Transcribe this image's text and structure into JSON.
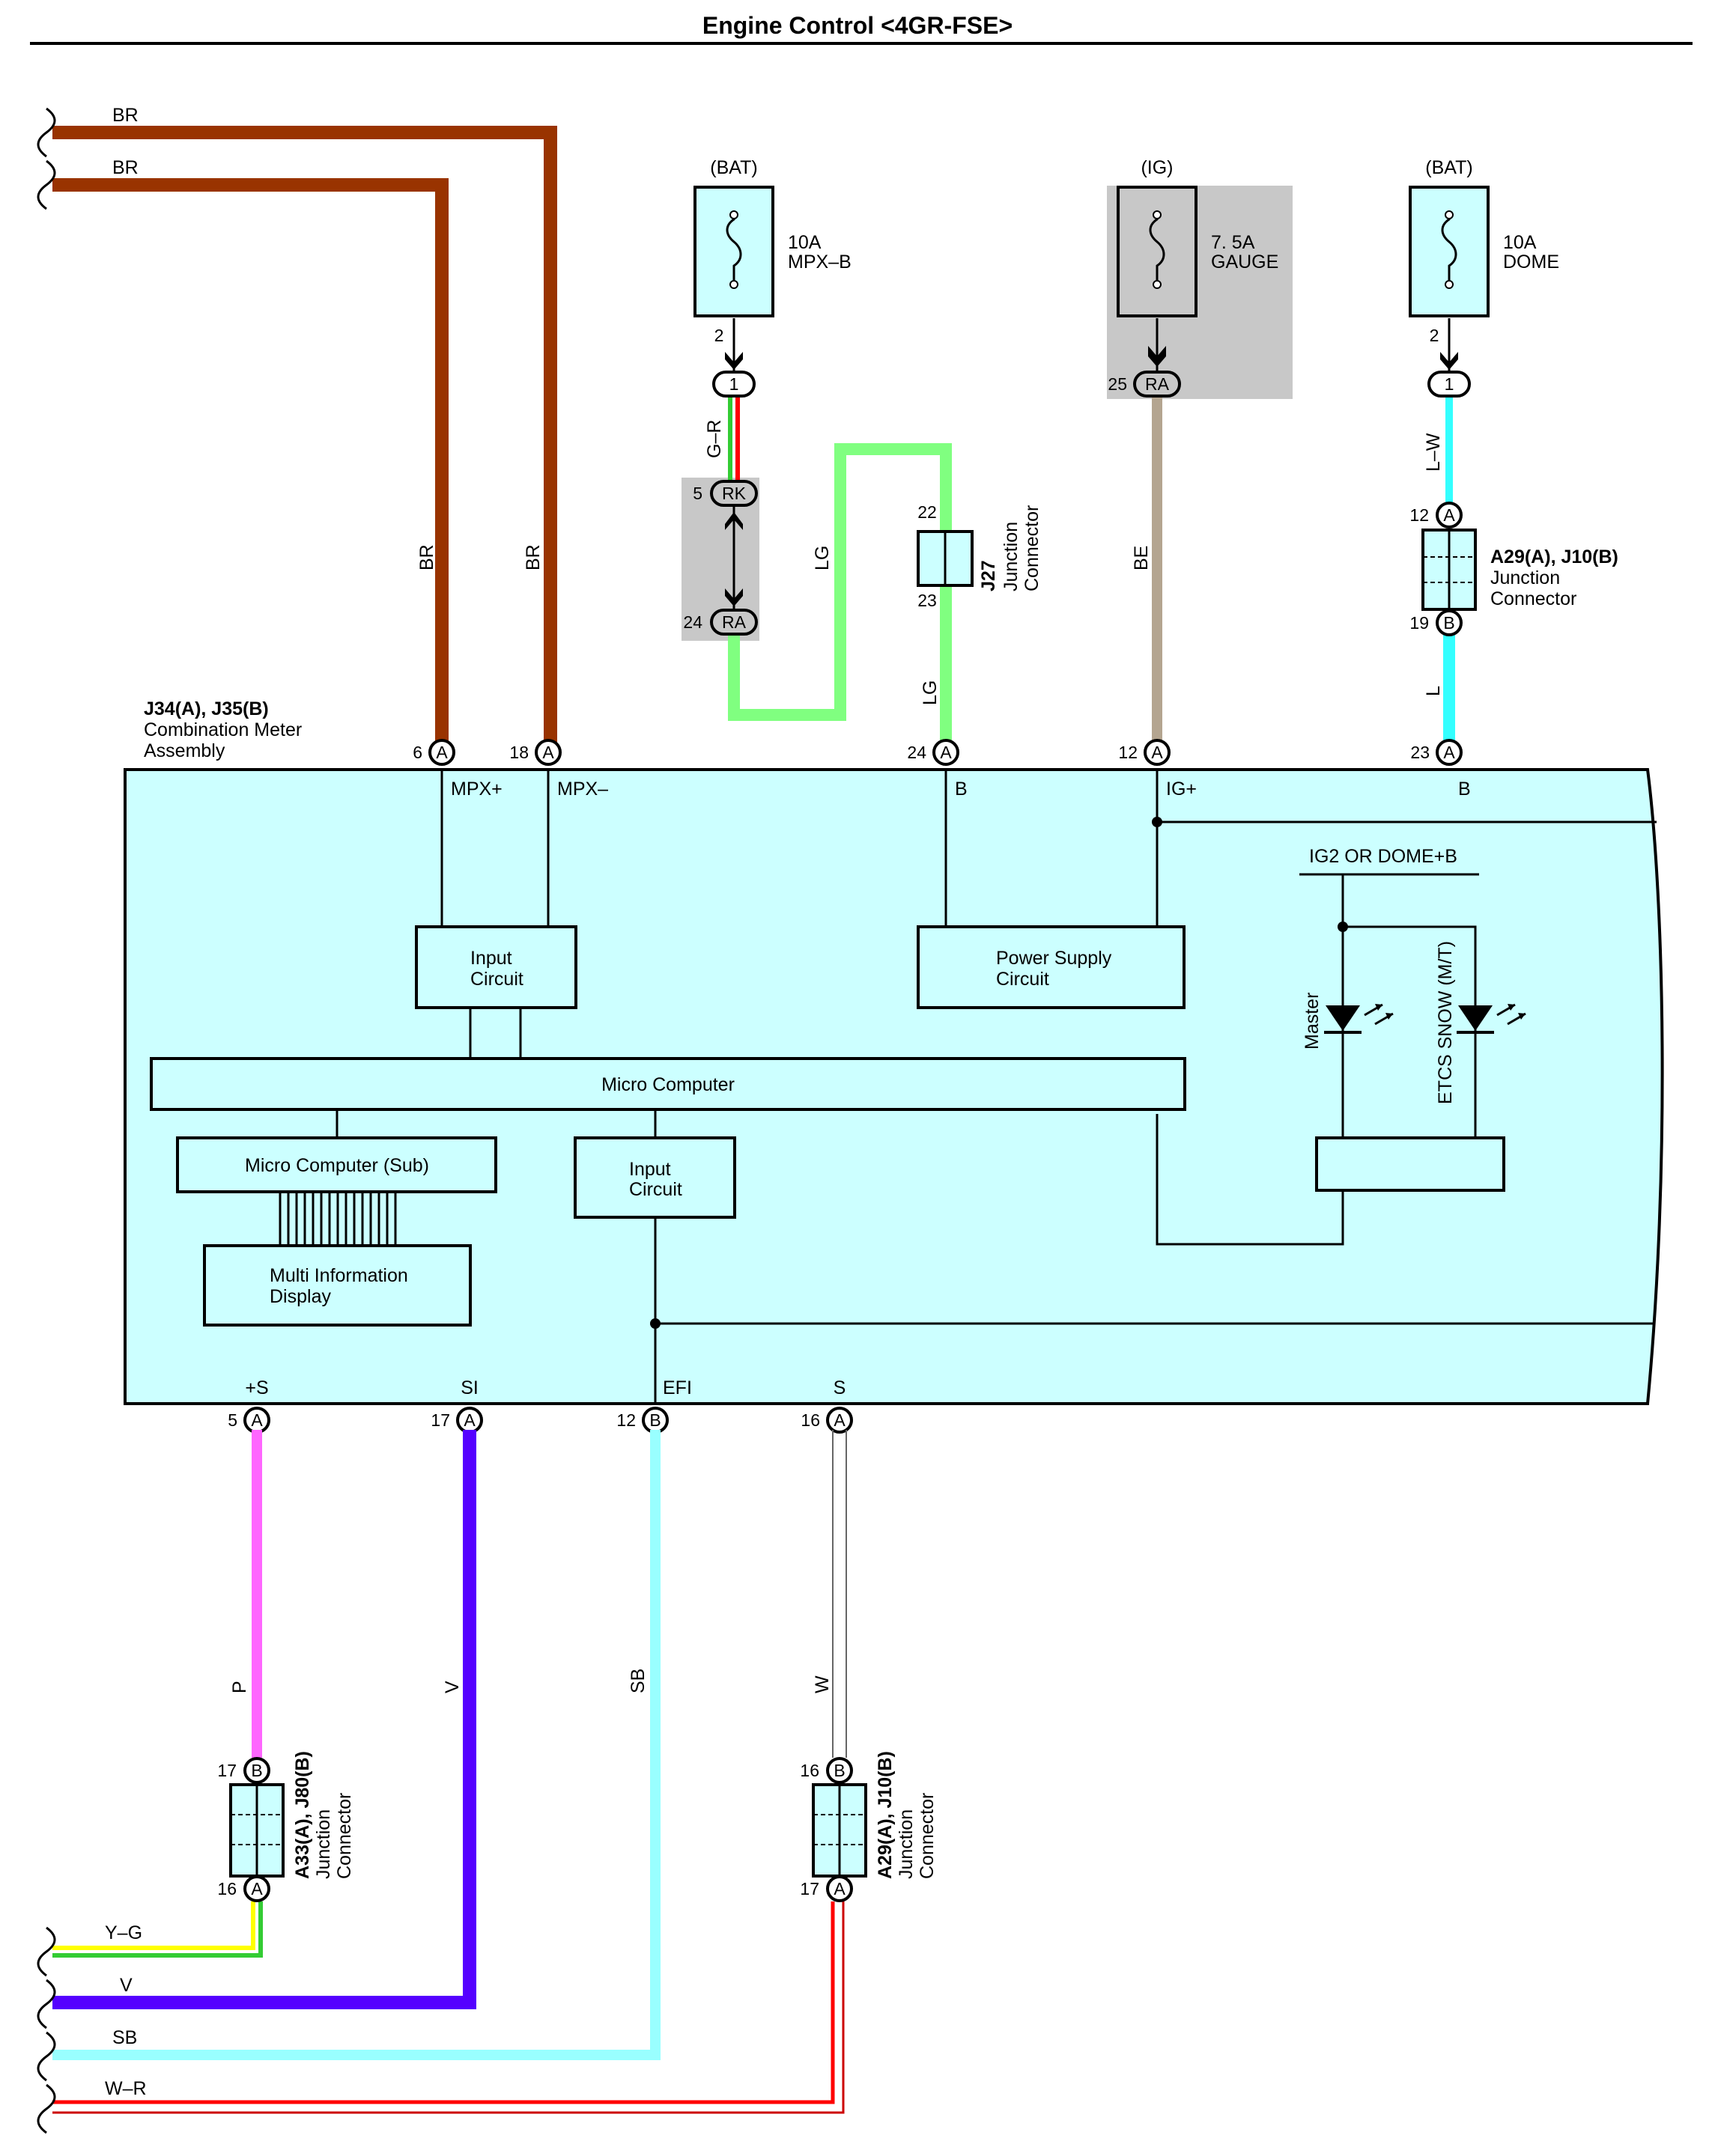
{
  "title": "Engine Control <4GR-FSE>",
  "colors": {
    "BR": "#993300",
    "LG": "#80ff80",
    "BE": "#b4a590",
    "LW": "#33ffff",
    "L": "#33ffff",
    "P": "#ff66ff",
    "V": "#5500ff",
    "SB": "#99ffff",
    "W": "#ffffff",
    "YG_y": "#ffff00",
    "YG_g": "#33cc33",
    "WR_r": "#ff0000",
    "GR_g": "#33cc33",
    "GR_r": "#ff0000",
    "block_fill": "#ccffff",
    "shade": "#c8c8c8"
  },
  "wires": {
    "br1": "BR",
    "br2": "BR",
    "br1_v": "BR",
    "br2_v": "BR",
    "gr": "G–R",
    "lg1": "LG",
    "lg2": "LG",
    "be": "BE",
    "lw": "L–W",
    "l": "L",
    "p": "P",
    "v": "V",
    "sb": "SB",
    "w": "W",
    "yg_left": "Y–G",
    "v_left": "V",
    "sb_left": "SB",
    "wr_left": "W–R"
  },
  "fuses": {
    "mpxb": {
      "source": "(BAT)",
      "rating": "10A",
      "name": "MPX–B",
      "pin": "2"
    },
    "gauge": {
      "source": "(IG)",
      "rating": "7. 5A",
      "name": "GAUGE",
      "pin": ""
    },
    "dome": {
      "source": "(BAT)",
      "rating": "10A",
      "name": "DOME",
      "pin": "2"
    }
  },
  "connectors": {
    "c_mpxb": {
      "label": "1"
    },
    "c_rk": {
      "label": "RK",
      "pin": "5"
    },
    "c_ra1": {
      "label": "RA",
      "pin": "24"
    },
    "c_ra_g": {
      "label": "RA",
      "pin": "25"
    },
    "c_dome": {
      "label": "1"
    },
    "j27": {
      "id": "J27",
      "name1": "Junction",
      "name2": "Connector",
      "pin_top": "22",
      "pin_bottom": "23"
    },
    "a29_top": {
      "id": "A29(A), J10(B)",
      "name1": "Junction",
      "name2": "Connector",
      "pin_top": "12",
      "pin_bottom": "19",
      "top": "A",
      "bottom": "B"
    },
    "a33": {
      "id": "A33(A), J80(B)",
      "name1": "Junction",
      "name2": "Connector",
      "pin_top": "17",
      "pin_bottom": "16",
      "top": "B",
      "bottom": "A"
    },
    "a29_bot": {
      "id": "A29(A), J10(B)",
      "name1": "Junction",
      "name2": "Connector",
      "pin_top": "16",
      "pin_bottom": "17",
      "top": "B",
      "bottom": "A"
    }
  },
  "meter": {
    "id": "J34(A), J35(B)",
    "name1": "Combination Meter",
    "name2": "Assembly",
    "top_pins": [
      {
        "num": "6",
        "conn": "A",
        "label": "MPX+"
      },
      {
        "num": "18",
        "conn": "A",
        "label": "MPX–"
      },
      {
        "num": "24",
        "conn": "A",
        "label": "B"
      },
      {
        "num": "12",
        "conn": "A",
        "label": "IG+"
      },
      {
        "num": "23",
        "conn": "A",
        "label": "B"
      }
    ],
    "bottom_pins": [
      {
        "num": "5",
        "conn": "A",
        "label": "+S"
      },
      {
        "num": "17",
        "conn": "A",
        "label": "SI"
      },
      {
        "num": "12",
        "conn": "B",
        "label": "EFI"
      },
      {
        "num": "16",
        "conn": "A",
        "label": "S"
      }
    ],
    "blocks": {
      "input1": [
        "Input",
        "Circuit"
      ],
      "power": [
        "Power Supply",
        "Circuit"
      ],
      "micro": "Micro Computer",
      "micro_sub": "Micro Computer (Sub)",
      "input2": [
        "Input",
        "Circuit"
      ],
      "mid": [
        "Multi Information",
        "Display"
      ]
    },
    "ig2_label": "IG2 OR DOME+B",
    "led_master": "Master",
    "led_etcs": "ETCS SNOW (M/T)"
  }
}
